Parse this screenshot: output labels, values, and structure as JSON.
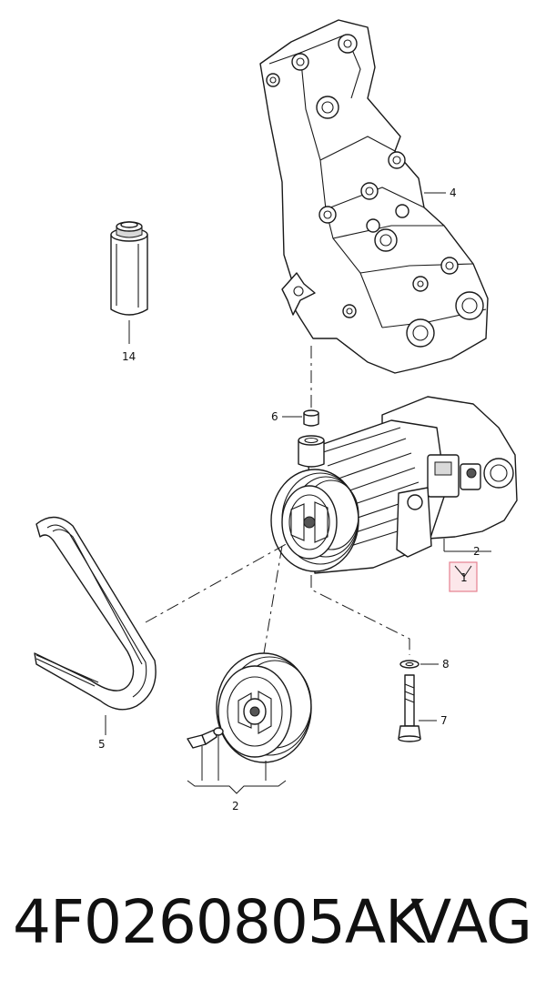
{
  "diagram": {
    "callouts": {
      "c14": "14",
      "c4": "4",
      "c6": "6",
      "c2_top": "2",
      "c1": "1",
      "c8": "8",
      "c7": "7",
      "c5": "5",
      "c2_bottom": "2"
    },
    "highlight_color": "#e6808f"
  },
  "caption": {
    "part_number": "4F0260805AK",
    "brand": "VAG"
  }
}
